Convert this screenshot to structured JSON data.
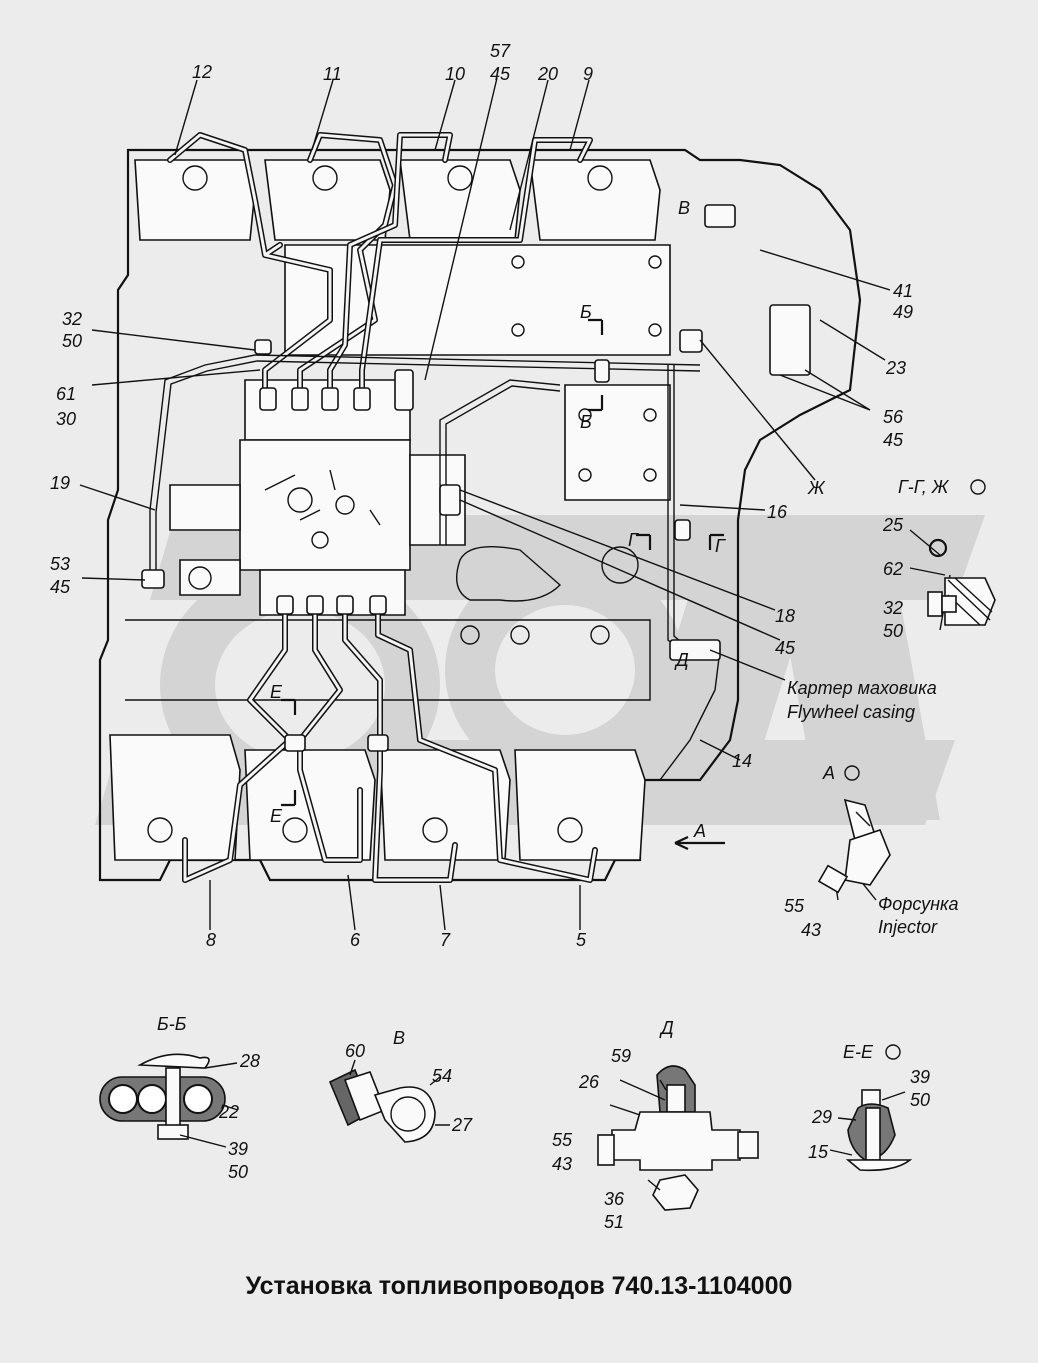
{
  "title": "Установка топливопроводов 740.13-1104000",
  "callouts": {
    "c12": "12",
    "c11": "11",
    "c10": "10",
    "c57": "57",
    "c45a": "45",
    "c20": "20",
    "c9": "9",
    "c32a": "32",
    "c50a": "50",
    "c61": "61",
    "c30": "30",
    "c19": "19",
    "c53": "53",
    "c45b": "45",
    "c41": "41",
    "c49": "49",
    "c23": "23",
    "c56": "56",
    "c45c": "45",
    "c16": "16",
    "c18": "18",
    "c45d": "45",
    "c14": "14",
    "c8": "8",
    "c6": "6",
    "c7": "7",
    "c5": "5",
    "c25": "25",
    "c62": "62",
    "c32b": "32",
    "c50b": "50",
    "c55a": "55",
    "c43a": "43"
  },
  "section_marks": {
    "b_top": "Б",
    "b_bottom": "Б",
    "v": "В",
    "zh": "Ж",
    "g_left": "Г",
    "g_right": "Г",
    "d": "Д",
    "e_top": "Е",
    "e_bottom": "Е",
    "a_arrow": "А"
  },
  "notes": {
    "gg_zh": "Г-Г, Ж",
    "flywheel_ru": "Картер маховика",
    "flywheel_en": "Flywheel casing",
    "view_a": "А",
    "injector_ru": "Форсунка",
    "injector_en": "Injector"
  },
  "details": {
    "bb": {
      "title": "Б-Б",
      "c28": "28",
      "c22": "22",
      "c39": "39",
      "c50": "50"
    },
    "v": {
      "title": "В",
      "c60": "60",
      "c54": "54",
      "c27": "27"
    },
    "d": {
      "title": "Д",
      "c59": "59",
      "c26": "26",
      "c55": "55",
      "c43": "43",
      "c36": "36",
      "c51": "51"
    },
    "ee": {
      "title": "Е-Е",
      "c39": "39",
      "c50": "50",
      "c29": "29",
      "c15": "15"
    }
  },
  "colors": {
    "ink": "#111111",
    "paper": "#ececec",
    "watermark": "#d4d4d4"
  }
}
